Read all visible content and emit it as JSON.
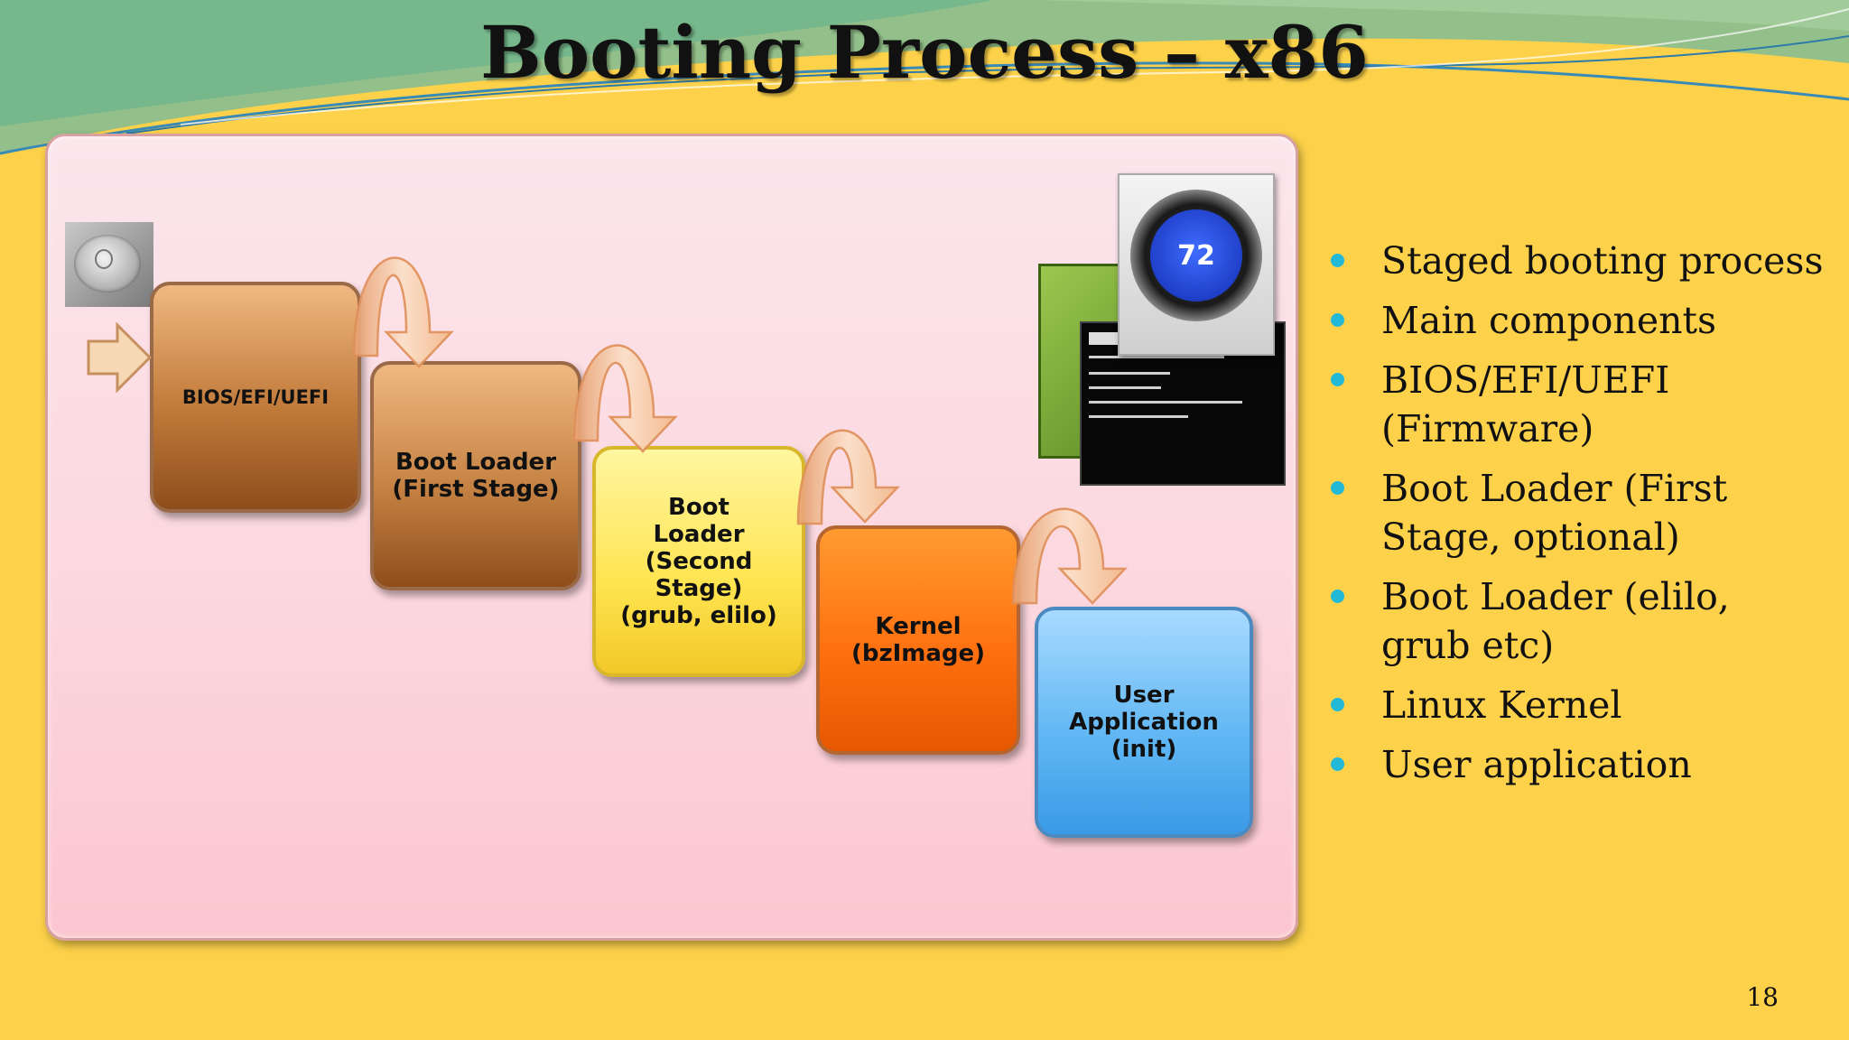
{
  "slide": {
    "title": "Booting Process – x86",
    "page_number": "18"
  },
  "diagram": {
    "stages": [
      "BIOS/EFI/UEFI",
      "Boot Loader\n(First Stage)",
      "Boot\nLoader\n(Second\nStage)\n(grub, elilo)",
      "Kernel\n(bzImage)",
      "User\nApplication\n(init)"
    ],
    "thermostat_reading": "72",
    "colors": {
      "firmware": "#c07a3a",
      "first_stage": "#c58243",
      "second_stage": "#ffe450",
      "kernel": "#ff7010",
      "user_application": "#62b8f4",
      "curved_arrow": "#f3b98a"
    }
  },
  "bullets": [
    "Staged booting process",
    "Main components",
    "BIOS/EFI/UEFI (Firmware)",
    "Boot Loader (First Stage, optional)",
    "Boot Loader (elilo, grub etc)",
    "Linux Kernel",
    "User application"
  ],
  "icons": [
    "power-button-icon",
    "thermostat-icon",
    "terminal-icon",
    "entry-arrow-icon",
    "curved-arrow-icon"
  ]
}
